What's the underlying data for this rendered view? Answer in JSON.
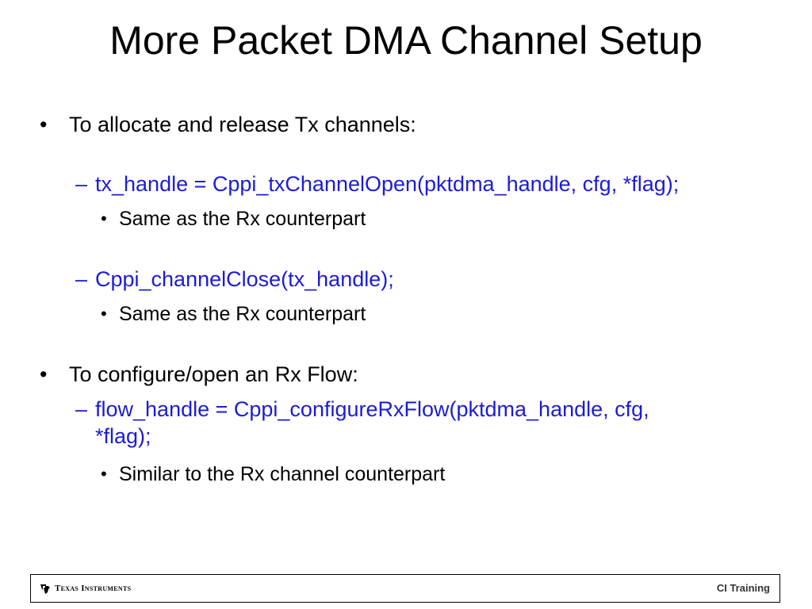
{
  "slide": {
    "title": "More Packet DMA Channel Setup",
    "items": [
      {
        "bullet": "•",
        "text": "To allocate and release Tx channels:",
        "sub": [
          {
            "dash": "–",
            "code": "tx_handle = Cppi_txChannelOpen(pktdma_handle, cfg, *flag);",
            "note": "Same as the Rx counterpart"
          },
          {
            "dash": "–",
            "code": "Cppi_channelClose(tx_handle);",
            "note": "Same as the Rx counterpart"
          }
        ]
      },
      {
        "bullet": "•",
        "text": "To configure/open an Rx Flow:",
        "sub": [
          {
            "dash": "–",
            "code_line1": "flow_handle = Cppi_configureRxFlow(pktdma_handle, cfg,",
            "code_line2": "*flag);",
            "note": "Similar to the Rx channel counterpart"
          }
        ]
      }
    ],
    "sub_bullet": "•"
  },
  "footer": {
    "brand": "Texas Instruments",
    "logo_icon": "texas-instruments-logo-icon",
    "right_label": "CI Training"
  },
  "colors": {
    "code": "#1c1cd6",
    "text": "#000000"
  }
}
